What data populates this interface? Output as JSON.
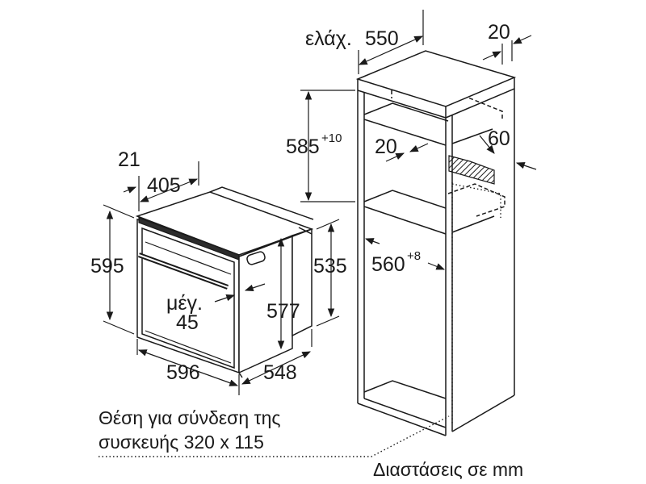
{
  "dimensions": {
    "min_width_prefix": "ελάχ.",
    "cabinet_depth": "550",
    "back_gap": "20",
    "niche_height": "585",
    "niche_height_tolerance": "+10",
    "vent_gap": "20",
    "vent_depth": "60",
    "niche_width": "560",
    "niche_width_tolerance": "+8",
    "oven_front_thickness": "21",
    "oven_depth_above": "405",
    "oven_total_height": "595",
    "oven_body_height": "535",
    "oven_inner_height": "577",
    "oven_width": "596",
    "oven_depth": "548",
    "max_label": "μέγ.",
    "max_value": "45"
  },
  "notes": {
    "connection_line1": "Θέση για σύνδεση της",
    "connection_line2": "συσκευής 320 x 115",
    "units": "Διαστάσεις σε mm"
  }
}
